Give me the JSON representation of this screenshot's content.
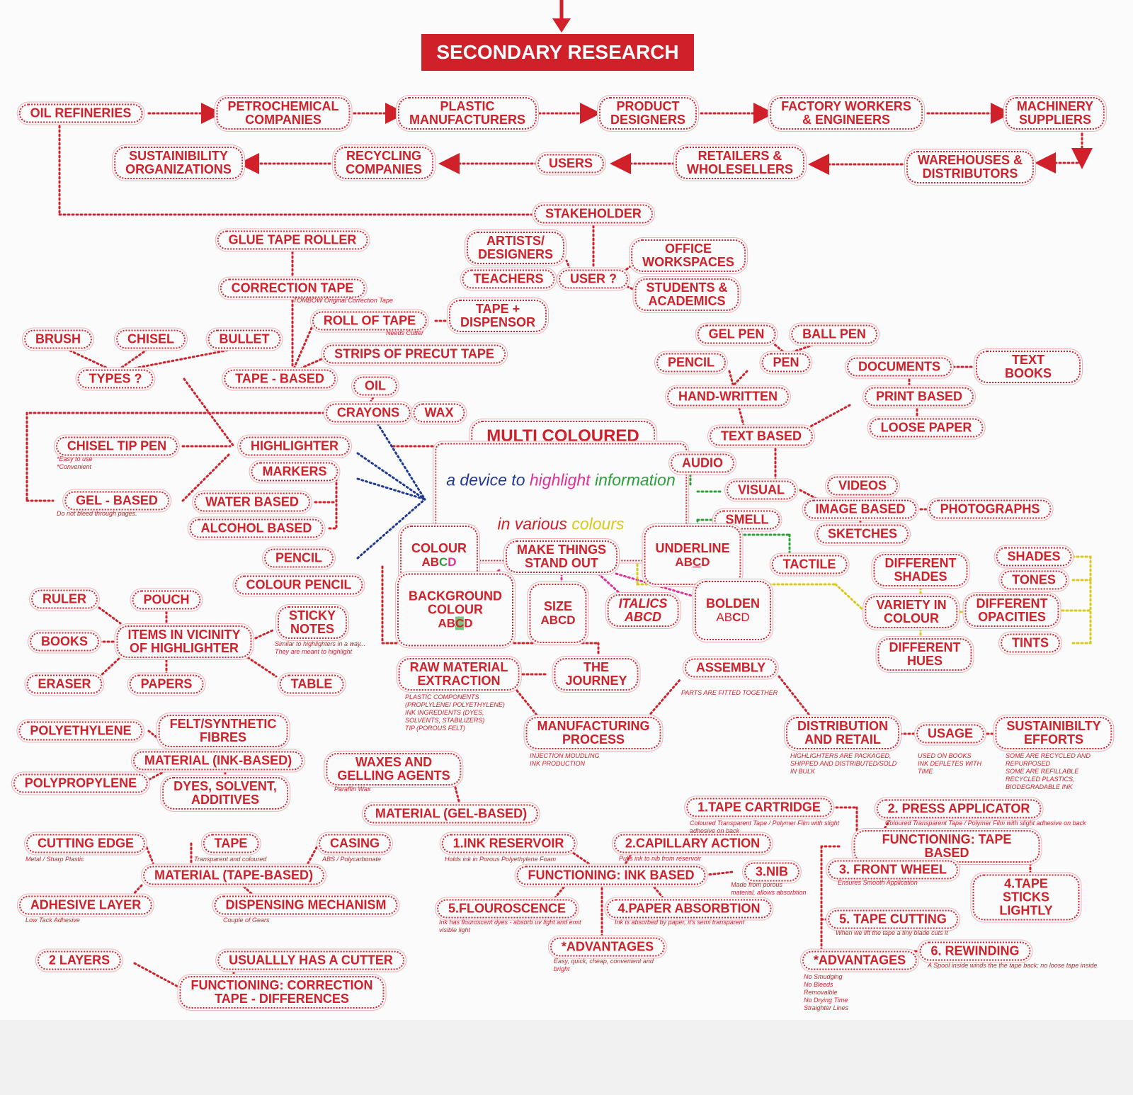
{
  "title": "SECONDARY RESEARCH",
  "colors": {
    "primary": "#d0202a",
    "blue": "#1f3a93",
    "pink": "#e0309a",
    "green": "#2e9e3c",
    "yellow": "#d9c91a"
  },
  "nodes": {
    "oil_refineries": "OIL REFINERIES",
    "petrochemical": "PETROCHEMICAL\nCOMPANIES",
    "plastic_mfr": "PLASTIC\nMANUFACTURERS",
    "product_designers": "PRODUCT\nDESIGNERS",
    "factory_workers": "FACTORY WORKERS\n& ENGINEERS",
    "machinery": "MACHINERY\nSUPPLIERS",
    "warehouses": "WAREHOUSES &\nDISTRIBUTORS",
    "retailers": "RETAILERS &\nWHOLESELLERS",
    "users": "USERS",
    "recycling": "RECYCLING\nCOMPANIES",
    "sustain_org": "SUSTAINIBILITY\nORGANIZATIONS",
    "stakeholder": "STAKEHOLDER",
    "glue_tape": "GLUE TAPE ROLLER",
    "correction_tape": "CORRECTION TAPE",
    "artists": "ARTISTS/\nDESIGNERS",
    "teachers": "TEACHERS",
    "user_q": "USER ?",
    "office": "OFFICE\nWORKSPACES",
    "students": "STUDENTS &\nACADEMICS",
    "roll_tape": "ROLL OF TAPE",
    "tape_dispensor": "TAPE +\nDISPENSOR",
    "strips": "STRIPS OF PRECUT TAPE",
    "brush": "BRUSH",
    "chisel": "CHISEL",
    "bullet": "BULLET",
    "types": "TYPES ?",
    "tape_based": "TAPE - BASED",
    "oil": "OIL",
    "crayons": "CRAYONS",
    "wax": "WAX",
    "chisel_tip": "CHISEL TIP PEN",
    "highlighter": "HIGHLIGHTER",
    "markers": "MARKERS",
    "gel_based": "GEL - BASED",
    "water_based": "WATER BASED",
    "alcohol_based": "ALCOHOL BASED",
    "multi_colour": "MULTI COLOURED\nHIGHLIGHTER",
    "gel_pen": "GEL PEN",
    "ball_pen": "BALL PEN",
    "pencil_top": "PENCIL",
    "pen": "PEN",
    "hand_written": "HAND-WRITTEN",
    "documents": "DOCUMENTS",
    "text_books": "TEXT BOOKS",
    "print_based": "PRINT BASED",
    "loose_paper": "LOOSE PAPER",
    "text_based": "TEXT BASED",
    "audio": "AUDIO",
    "visual": "VISUAL",
    "videos": "VIDEOS",
    "image_based": "IMAGE BASED",
    "photographs": "PHOTOGRAPHS",
    "sketches": "SKETCHES",
    "smell": "SMELL",
    "tactile": "TACTILE",
    "colour": "COLOUR",
    "make_things": "MAKE THINGS\nSTAND OUT",
    "underline": "UNDERLINE",
    "background_colour": "BACKGROUND\nCOLOUR",
    "size": "SIZE",
    "italics": "ITALICS\nABCD",
    "bolden": "BOLDEN",
    "diff_shades": "DIFFERENT\nSHADES",
    "variety": "VARIETY IN\nCOLOUR",
    "diff_hues": "DIFFERENT\nHUES",
    "shades": "SHADES",
    "tones": "TONES",
    "diff_opacities": "DIFFERENT\nOPACITIES",
    "tints": "TINTS",
    "pencil_mid": "PENCIL",
    "colour_pencil": "COLOUR PENCIL",
    "ruler": "RULER",
    "pouch": "POUCH",
    "items_vicinity": "ITEMS IN VICINITY\nOF HIGHLIGHTER",
    "sticky_notes": "STICKY\nNOTES",
    "books": "BOOKS",
    "eraser": "ERASER",
    "papers": "PAPERS",
    "table": "TABLE",
    "raw_material": "RAW MATERIAL\nEXTRACTION",
    "journey": "THE\nJOURNEY",
    "assembly": "ASSEMBLY",
    "manufacturing": "MANUFACTURING\nPROCESS",
    "distribution": "DISTRIBUTION\nAND RETAIL",
    "usage": "USAGE",
    "sustain_efforts": "SUSTAINIBILTY\nEFFORTS",
    "polyethylene": "POLYETHYLENE",
    "felt": "FELT/SYNTHETIC\nFIBRES",
    "material_ink": "MATERIAL (INK-BASED)",
    "polypropylene": "POLYPROPYLENE",
    "dyes": "DYES, SOLVENT,\nADDITIVES",
    "waxes": "WAXES AND\nGELLING AGENTS",
    "material_gel": "MATERIAL (GEL-BASED)",
    "tape_cartridge": "1.TAPE CARTRIDGE",
    "press_applicator": "2. PRESS APPLICATOR",
    "cutting_edge": "CUTTING EDGE",
    "tape_mat": "TAPE",
    "casing": "CASING",
    "material_tape": "MATERIAL (TAPE-BASED)",
    "adhesive": "ADHESIVE LAYER",
    "dispensing": "DISPENSING MECHANISM",
    "ink_reservoir": "1.INK RESERVOIR",
    "capillary": "2.CAPILLARY ACTION",
    "func_ink": "FUNCTIONING: INK BASED",
    "nib": "3.NIB",
    "flourescence": "5.FLOUROSCENCE",
    "paper_absorb": "4.PAPER ABSORBTION",
    "adv_ink": "*ADVANTAGES",
    "func_tape": "FUNCTIONING: TAPE BASED",
    "front_wheel": "3. FRONT WHEEL",
    "tape_sticks": "4.TAPE STICKS LIGHTLY",
    "tape_cutting": "5. TAPE CUTTING",
    "rewinding": "6. REWINDING",
    "adv_tape": "*ADVANTAGES",
    "two_layers": "2 LAYERS",
    "cutter": "USUALLLY HAS A CUTTER",
    "func_correction": "FUNCTIONING: CORRECTION\nTAPE - DIFFERENCES"
  },
  "center": {
    "line1_a": "a device to ",
    "line1_b": "highlight ",
    "line1_c": "information",
    "line2_a": "in various ",
    "line2_b": "colours"
  },
  "glyphs": {
    "colour_ab": "AB",
    "colour_c": "C",
    "colour_d": "D",
    "underline_ab": "AB",
    "underline_c": "C",
    "underline_d": "D",
    "bg_ab": "AB",
    "bg_c": "C",
    "bg_d": "D",
    "size_ab": "AB",
    "size_c": "C",
    "size_d": "D",
    "bold_ab": "AB",
    "bold_c": "C",
    "bold_d": "D"
  },
  "notes": {
    "tombow": "TOMBOW Original Correction Tape",
    "needs_cutter": "Needs Cutter",
    "chisel_tip": "*Easy to use\n*Convenient",
    "gel_bleed": "Do not bleed through pages.",
    "sticky": "Similar to highlighters in a way...\nThey are meant to highlight",
    "raw_material": "PLASTIC COMPONENTS\n(PROPLYLENE/ POLYETHYLENE)\nINK INGREDIENTS (DYES,\nSOLVENTS, STABILIZERS)\nTIP (POROUS FELT)",
    "assembly": "PARTS ARE FITTED TOGETHER",
    "manufacturing": "INJECTION MOUDLING\nINK PRODUCTION",
    "distribution": "HIGHLIGHTERS ARE PACKAGED,\nSHIPPED AND DISTRIBUTED/SOLD\nIN BULK",
    "usage": "USED ON BOOKS\nINK DEPLETES WITH\nTIME",
    "sustain": "SOME ARE RECYCLED AND\nREPURPOSED\nSOME ARE REFILLABLE\nRECYCLED PLASTICS,\nBIODEGRADABLE INK",
    "paraffin": "Paraffin Wax",
    "tape_cartridge": "Coloured Transparent Tape / Polymer Film with slight\nadhesive on back",
    "press_applicator": "Coloured Transparent Tape / Polymer Film with slight adhesive on back",
    "cutting_edge": "Metal / Sharp Plastic",
    "tape_mat": "Transparent and coloured",
    "casing": "ABS / Polycarbonate",
    "adhesive": "Low Tack Adhesive",
    "dispensing": "Couple of Gears",
    "ink_reservoir": "Holds ink in Porous Polyethylene Foam",
    "capillary": "Pulls ink to nib from reservoir",
    "nib": "Made from porous\nmaterial, allows absorbtion",
    "flourescence": "Ink has flouroscent dyes - absorb uv light and emit\nvisible light",
    "paper_absorb": "Ink is absorbed by paper, it's semi transparent",
    "adv_ink": "Easy, quick, cheap, convenient and\nbright",
    "front_wheel": "Ensures Smooth Application",
    "tape_cutting": "When we lift the tape a tiny blade cuts it",
    "rewinding": "A Spool inside winds the the tape back; no loose tape inside",
    "adv_tape": "No Smudging\nNo Bleeds\nRemovalble\nNo Drying Time\nStraighter Lines"
  }
}
